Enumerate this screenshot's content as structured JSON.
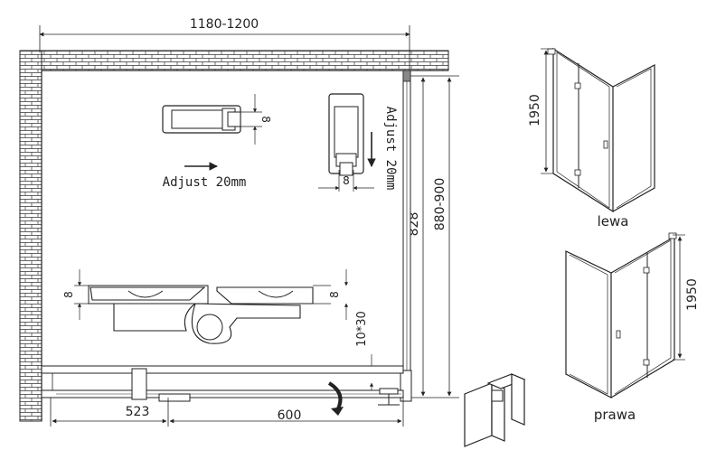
{
  "plan": {
    "dim_top": "1180-1200",
    "dim_right_outer": "880-900",
    "dim_right_inner": "828",
    "dim_bottom_left": "523",
    "dim_bottom_right": "600",
    "adjust_horizontal": "Adjust 20mm",
    "adjust_vertical": "Adjust 20mm",
    "profile_a_dim": "8",
    "profile_b_dim": "8",
    "hinge_left_dim": "8",
    "hinge_right_dim": "8",
    "glass_dim": "10*30"
  },
  "views": {
    "left_label": "lewa",
    "right_label": "prawa",
    "left_height": "1950",
    "right_height": "1950"
  }
}
